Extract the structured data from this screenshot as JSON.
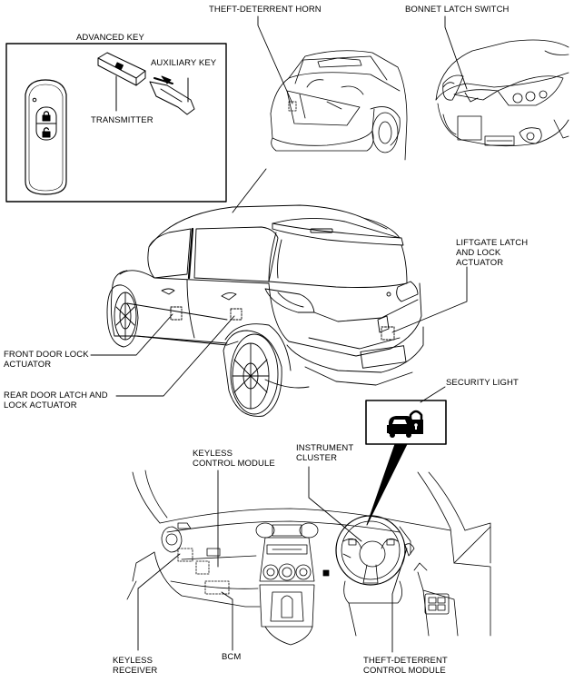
{
  "labels": {
    "theft_horn": "THEFT-DETERRENT HORN",
    "bonnet_switch": "BONNET LATCH SWITCH",
    "advanced_key": "ADVANCED KEY",
    "auxiliary_key": "AUXILIARY KEY",
    "transmitter": "TRANSMITTER",
    "liftgate": "LIFTGATE LATCH\nAND LOCK\nACTUATOR",
    "front_door": "FRONT DOOR LOCK\nACTUATOR",
    "rear_door": "REAR DOOR LATCH AND\nLOCK ACTUATOR",
    "security_light": "SECURITY LIGHT",
    "keyless_module": "KEYLESS\nCONTROL MODULE",
    "instrument_cluster": "INSTRUMENT\nCLUSTER",
    "keyless_receiver": "KEYLESS\nRECEIVER",
    "bcm": "BCM",
    "theft_module": "THEFT-DETERRENT\nCONTROL MODULE"
  },
  "icons": {
    "security_light_icon": "car-padlock-icon",
    "key_lock_button": "lock-icon",
    "key_unlock_button": "unlock-icon"
  }
}
